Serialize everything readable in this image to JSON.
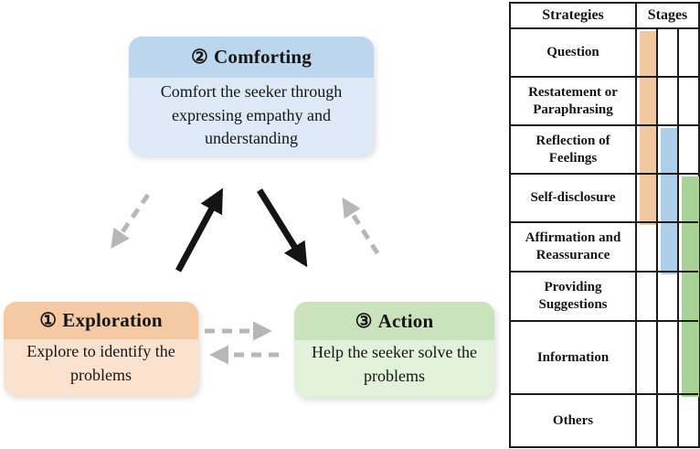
{
  "figure": {
    "type": "emotional-support-stages-figure"
  },
  "diagram": {
    "boxes": {
      "comforting": {
        "number": "②",
        "title": "Comforting",
        "description": "Comfort the seeker through expressing empathy and understanding",
        "header_color": "#bcd6ee",
        "body_color": "#dde9f6"
      },
      "exploration": {
        "number": "①",
        "title": "Exploration",
        "description": "Explore to identify the problems",
        "header_color": "#f5c9a4",
        "body_color": "#fae2cf"
      },
      "action": {
        "number": "③",
        "title": "Action",
        "description": "Help the seeker solve the problems",
        "header_color": "#cbe3bd",
        "body_color": "#e2f1da"
      }
    },
    "transitions": [
      {
        "from": "Exploration",
        "to": "Comforting",
        "type": "solid"
      },
      {
        "from": "Comforting",
        "to": "Action",
        "type": "solid"
      },
      {
        "from": "Comforting",
        "to": "Exploration",
        "type": "dashed"
      },
      {
        "from": "Action",
        "to": "Comforting",
        "type": "dashed"
      },
      {
        "from": "Exploration",
        "to": "Action",
        "type": "dashed"
      },
      {
        "from": "Action",
        "to": "Exploration",
        "type": "dashed"
      }
    ],
    "arrow_colors": {
      "solid": "#141414",
      "dashed": "#b7b7b7"
    }
  },
  "table": {
    "headers": {
      "strategies": "Strategies",
      "stages": "Stages"
    },
    "stage_colors": {
      "exploration": "#f2c8a1",
      "comforting": "#aecfe9",
      "action": "#a9d396"
    },
    "rows": [
      {
        "label": "Question",
        "stages": [
          "exploration"
        ]
      },
      {
        "label": "Restatement or Paraphrasing",
        "stages": [
          "exploration"
        ]
      },
      {
        "label": "Reflection of Feelings",
        "stages": [
          "exploration",
          "comforting"
        ]
      },
      {
        "label": "Self-disclosure",
        "stages": [
          "exploration",
          "comforting",
          "action"
        ]
      },
      {
        "label": "Affirmation and Reassurance",
        "stages": [
          "comforting",
          "action"
        ]
      },
      {
        "label": "Providing Suggestions",
        "stages": [
          "action"
        ]
      },
      {
        "label": "Information",
        "stages": [
          "action"
        ]
      },
      {
        "label": "Others",
        "stages": []
      }
    ],
    "stage_bars": [
      {
        "stage": "exploration",
        "from_row": "Question",
        "to_row": "Self-disclosure"
      },
      {
        "stage": "comforting",
        "from_row": "Reflection of Feelings",
        "to_row": "Affirmation and Reassurance"
      },
      {
        "stage": "action",
        "from_row": "Self-disclosure",
        "to_row": "Information"
      }
    ]
  }
}
